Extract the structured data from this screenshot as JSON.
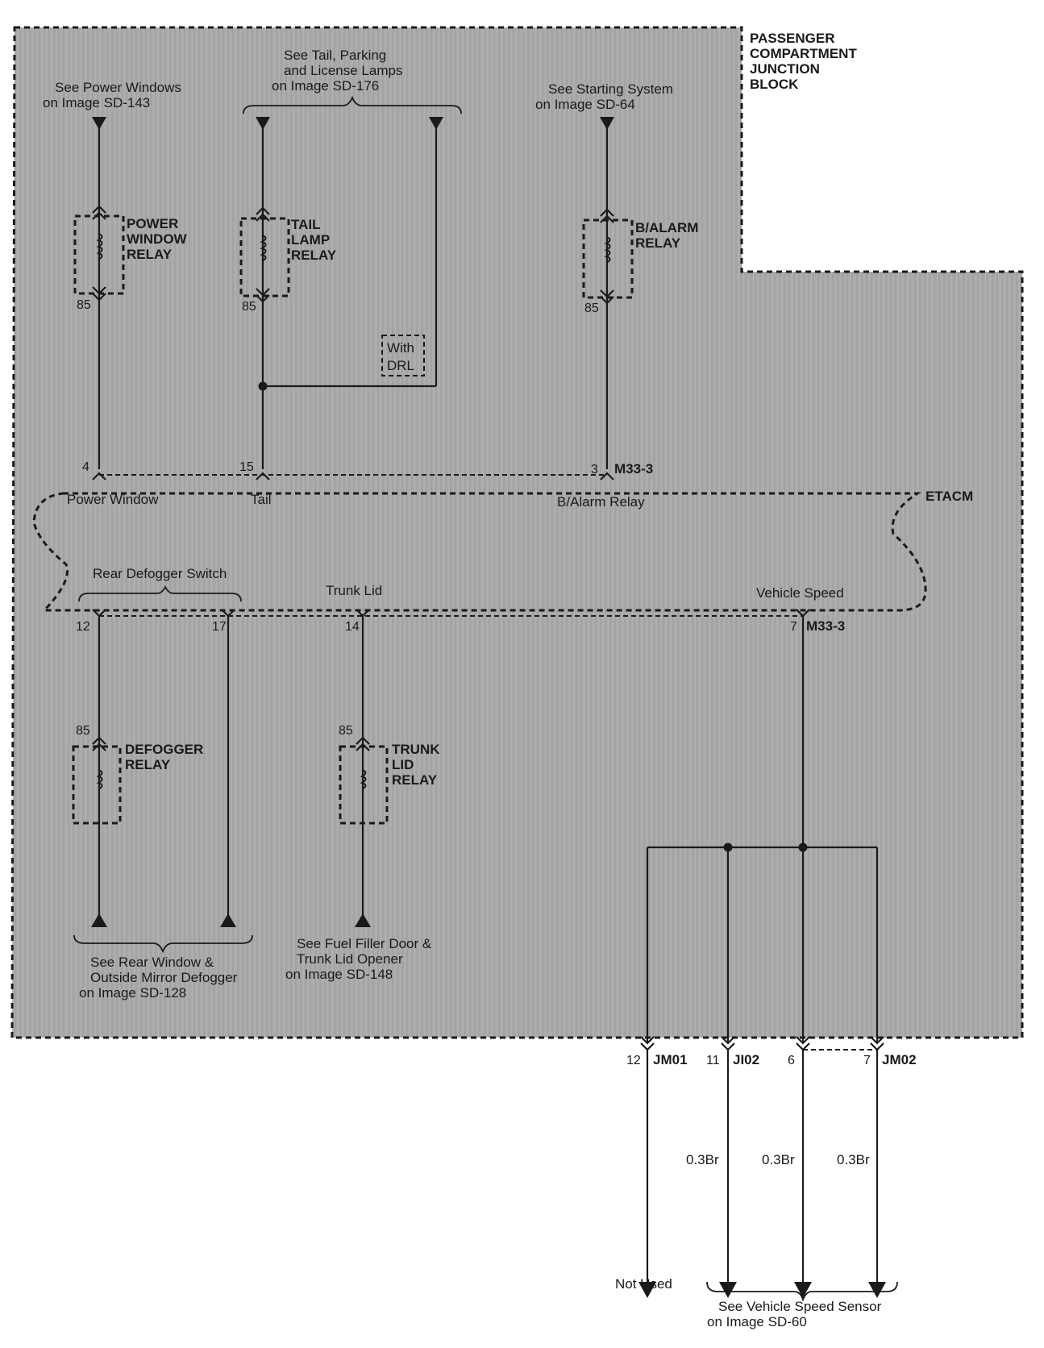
{
  "junction_block": {
    "title_lines": [
      "PASSENGER",
      "COMPARTMENT",
      "JUNCTION",
      "BLOCK"
    ]
  },
  "references": {
    "power_windows": [
      "See Power Windows",
      "on Image SD-143"
    ],
    "tail_lamps": [
      "See Tail, Parking",
      "and License Lamps",
      "on Image SD-176"
    ],
    "starting_system": [
      "See Starting System",
      "on Image  SD-64"
    ],
    "rear_window": [
      "See Rear Window &",
      "Outside Mirror Defogger",
      "on Image SD-128"
    ],
    "fuel_filler": [
      "See Fuel Filler Door &",
      "Trunk Lid Opener",
      "on Image SD-148"
    ],
    "speed_sensor": [
      "See Vehicle Speed Sensor",
      "on Image SD-60"
    ]
  },
  "relays": {
    "power_window": [
      "POWER",
      "WINDOW",
      "RELAY"
    ],
    "tail_lamp": [
      "TAIL",
      "LAMP",
      "RELAY"
    ],
    "b_alarm": [
      "B/ALARM",
      "RELAY"
    ],
    "defogger": [
      "DEFOGGER",
      "RELAY"
    ],
    "trunk_lid": [
      "TRUNK",
      "LID",
      "RELAY"
    ],
    "pin85": "85"
  },
  "with_drl": [
    "With",
    "DRL"
  ],
  "etacm": {
    "label": "ETACM",
    "top_pins": {
      "power_window": "4",
      "tail": "15",
      "b_alarm": "3",
      "connector": "M33-3"
    },
    "top_labels": {
      "power_window": "Power Window",
      "tail": "Tail",
      "b_alarm": "B/Alarm Relay"
    },
    "bottom_labels": {
      "rear_defogger": "Rear Defogger Switch",
      "trunk_lid": "Trunk Lid",
      "vehicle_speed": "Vehicle Speed"
    },
    "bottom_pins": {
      "defog_a": "12",
      "defog_b": "17",
      "trunk": "14",
      "speed": "7",
      "connector": "M33-3"
    }
  },
  "outputs": {
    "jm01": {
      "pin": "12",
      "connector": "JM01"
    },
    "ji02": {
      "pin": "11",
      "connector": "JI02"
    },
    "jm02a": {
      "pin": "6"
    },
    "jm02b": {
      "pin": "7",
      "connector": "JM02"
    },
    "wire_color": "0.3Br",
    "not_used": "Not Used"
  },
  "colors": {
    "panel_fill": "#aaaaaa",
    "ink": "#1a1a1a",
    "background": "#ffffff"
  }
}
